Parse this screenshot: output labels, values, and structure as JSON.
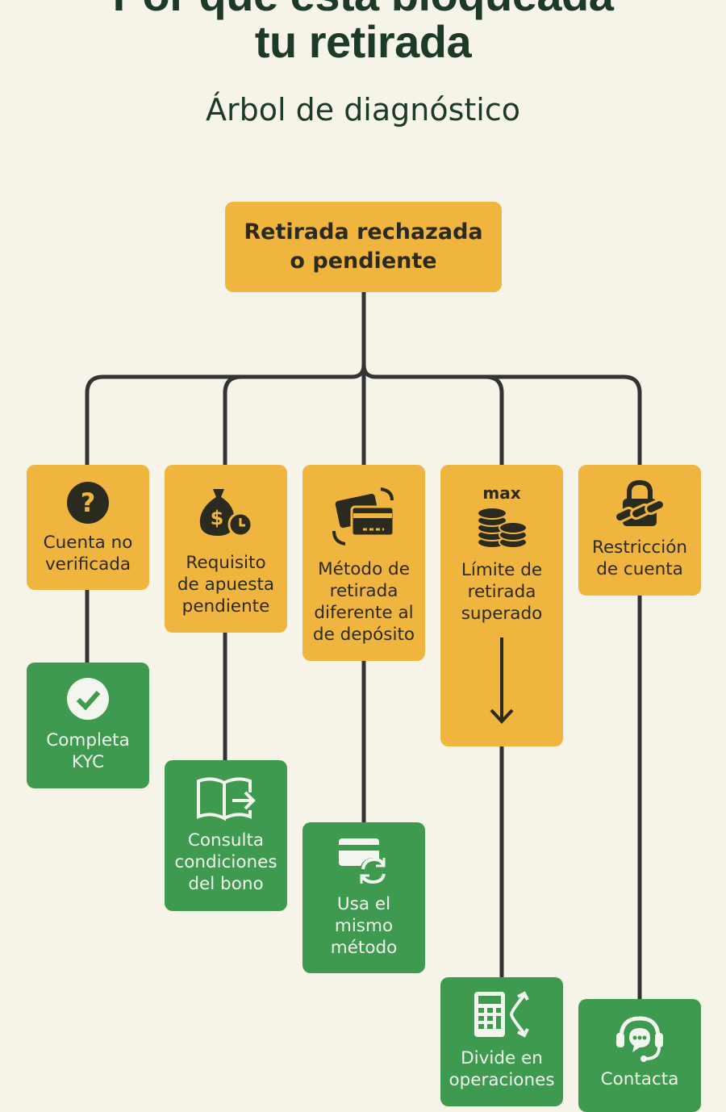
{
  "header": {
    "title_line1": "Por qué está bloqueada",
    "title_line2": "tu retirada",
    "subtitle": "Árbol de diagnóstico"
  },
  "root": {
    "label": "Retirada rechazada\no pendiente"
  },
  "colors": {
    "background": "#f6f3e9",
    "problem": "#f0b53e",
    "solution": "#3d9a4f",
    "title": "#1d3a27",
    "connector": "#333333"
  },
  "branches": [
    {
      "problem": "Cuenta no\nverificada",
      "problem_icon": "question-circle-icon",
      "solution": "Completa\nKYC",
      "solution_icon": "check-circle-icon"
    },
    {
      "problem": "Requisito\nde apuesta\npendiente",
      "problem_icon": "money-bag-timer-icon",
      "solution": "Consulta\ncondiciones\ndel bono",
      "solution_icon": "open-book-arrow-icon"
    },
    {
      "problem": "Método de\nretirada\ndiferente al\nde depósito",
      "problem_icon": "cards-exchange-icon",
      "solution": "Usa el\nmismo\nmétodo",
      "solution_icon": "card-refresh-icon"
    },
    {
      "problem": "Límite de\nretirada\nsuperado",
      "problem_icon": "coin-stacks-icon",
      "problem_icon_label": "max",
      "solution": "Divide en\noperaciones",
      "solution_icon": "calculator-split-icon"
    },
    {
      "problem": "Restricción\nde cuenta",
      "problem_icon": "padlock-chain-icon",
      "solution": "Contacta",
      "solution_icon": "headset-chat-icon"
    }
  ]
}
